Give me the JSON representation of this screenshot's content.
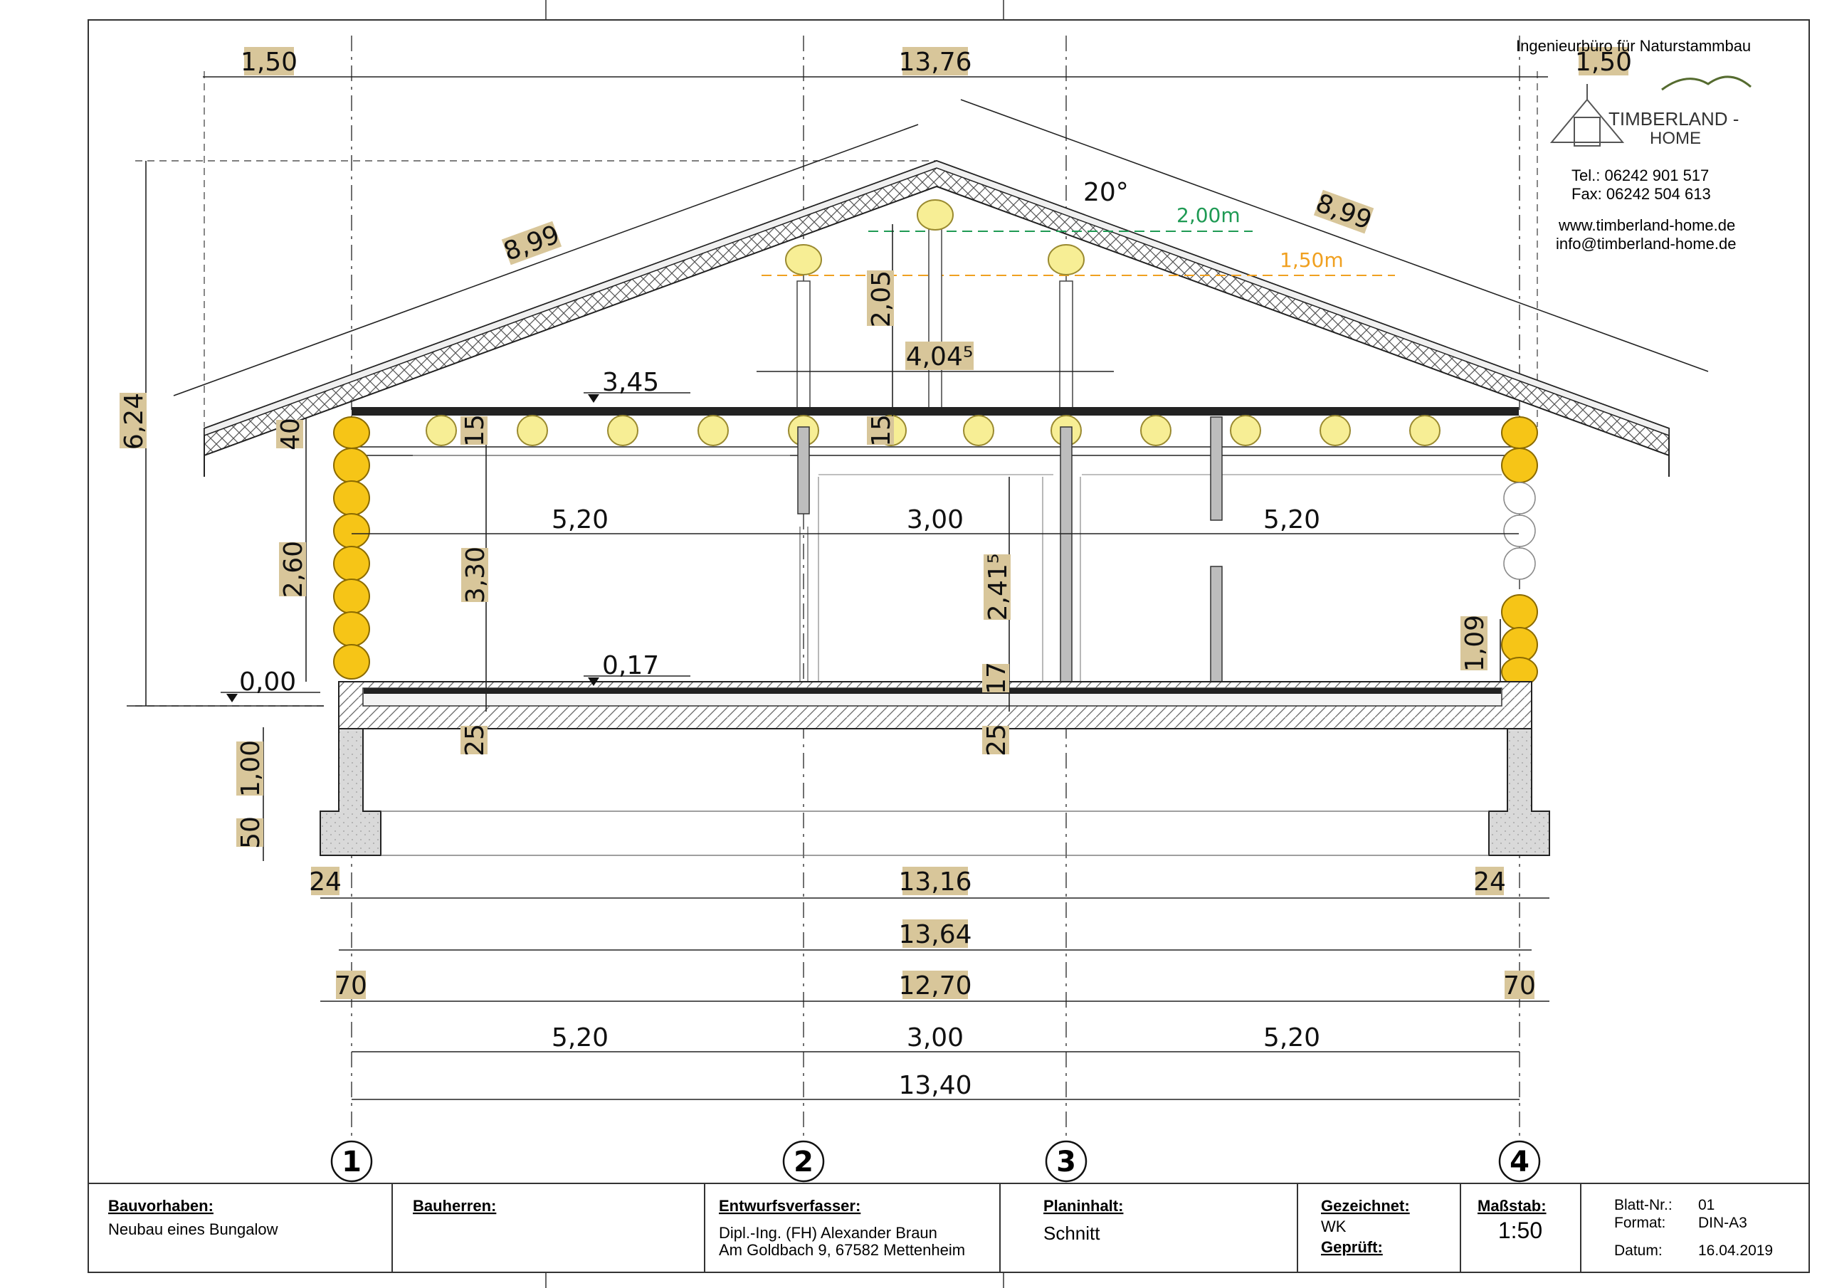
{
  "company": {
    "tagline": "Ingenieurbüro für Naturstammbau",
    "logo_text_1": "TIMBERLAND -",
    "logo_text_2": "HOME",
    "tel": "Tel.:  06242 901 517",
    "fax": "Fax:  06242 504 613",
    "web": "www.timberland-home.de",
    "email": "info@timberland-home.de"
  },
  "dimensions": {
    "eave_left": "1,50",
    "ridge_span": "13,76",
    "eave_right": "1,50",
    "rafter_left": "8,99",
    "rafter_right": "8,99",
    "roof_angle": "20°",
    "headroom_200": "2,00m",
    "headroom_150": "1,50m",
    "total_height": "6,24",
    "attic_height": "2,05",
    "collar_span": "4,04⁵",
    "ceiling_level": "3,45",
    "floor_level": "0,17",
    "ground_level": "0,00",
    "wall_h_40": "40",
    "joist_15_a": "15",
    "joist_15_b": "15",
    "room_left": "5,20",
    "room_mid": "3,00",
    "room_right": "5,20",
    "wall_height": "2,60",
    "room_height": "3,30",
    "door_height": "2,41⁵",
    "sill_height": "1,09",
    "slab_17": "17",
    "slab_25_a": "25",
    "slab_25_b": "25",
    "foundation_100": "1,00",
    "foundation_50": "50",
    "fnd_24_left": "24",
    "fnd_24_right": "24",
    "fnd_span": "13,16",
    "slab_total": "13,64",
    "ovh_70_left": "70",
    "ovh_span": "12,70",
    "ovh_70_right": "70",
    "axis_1_2": "5,20",
    "axis_2_3": "3,00",
    "axis_3_4": "5,20",
    "axis_total": "13,40"
  },
  "axes": [
    "1",
    "2",
    "3",
    "4"
  ],
  "title_block": {
    "bauvorhaben_label": "Bauvorhaben:",
    "bauvorhaben_value": "Neubau eines Bungalow",
    "bauherren_label": "Bauherren:",
    "entwurf_label": "Entwurfsverfasser:",
    "entwurf_line1": "Dipl.-Ing. (FH) Alexander Braun",
    "entwurf_line2": "Am Goldbach 9, 67582 Mettenheim",
    "planinhalt_label": "Planinhalt:",
    "planinhalt_value": "Schnitt",
    "gezeichnet_label": "Gezeichnet:",
    "gezeichnet_value": "WK",
    "geprueft_label": "Geprüft:",
    "massstab_label": "Maßstab:",
    "massstab_value": "1:50",
    "blatt_label": "Blatt-Nr.:",
    "blatt_value": "01",
    "format_label": "Format:",
    "format_value": "DIN-A3",
    "datum_label": "Datum:",
    "datum_value": "16.04.2019"
  },
  "colors": {
    "log": "#f6c517",
    "log_pale": "#f7ee95",
    "label_bg": "#d8c69a",
    "headroom_200": "#1f9a54",
    "headroom_150": "#f0a020"
  }
}
